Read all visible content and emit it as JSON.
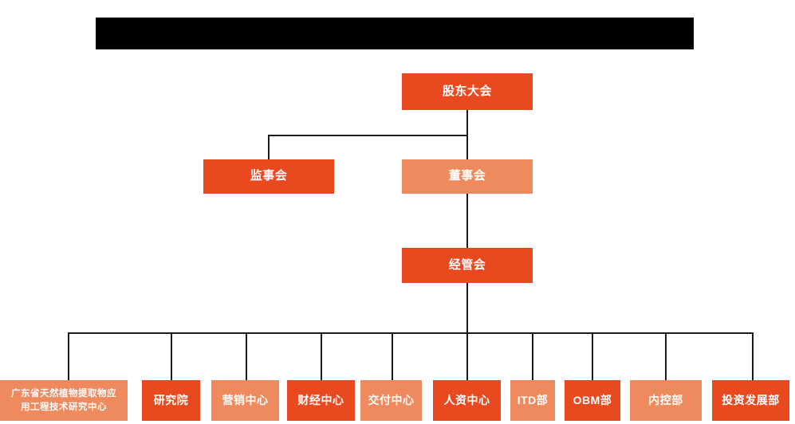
{
  "banner": {
    "name": "redacted-title-bar",
    "text": "",
    "color": "#000000"
  },
  "colors": {
    "primary": "#E8491E",
    "secondary": "#EE8A5E",
    "connector": "#1a1a1a",
    "text": "#ffffff",
    "background": "#ffffff"
  },
  "nodes": {
    "shareholders_meeting": "股东大会",
    "board_of_supervisors": "监事会",
    "board_of_directors": "董事会",
    "management_committee": "经管会"
  },
  "departments": [
    {
      "label_line1": "广东省天然植物提取物应",
      "label_line2": "用工程技术研究中心",
      "style": "secondary"
    },
    {
      "label_line1": "研究院",
      "label_line2": "",
      "style": "primary"
    },
    {
      "label_line1": "营销中心",
      "label_line2": "",
      "style": "secondary"
    },
    {
      "label_line1": "财经中心",
      "label_line2": "",
      "style": "primary"
    },
    {
      "label_line1": "交付中心",
      "label_line2": "",
      "style": "secondary"
    },
    {
      "label_line1": "人资中心",
      "label_line2": "",
      "style": "primary"
    },
    {
      "label_line1": "ITD部",
      "label_line2": "",
      "style": "secondary"
    },
    {
      "label_line1": "OBM部",
      "label_line2": "",
      "style": "primary"
    },
    {
      "label_line1": "内控部",
      "label_line2": "",
      "style": "secondary"
    },
    {
      "label_line1": "投资发展部",
      "label_line2": "",
      "style": "primary"
    }
  ]
}
